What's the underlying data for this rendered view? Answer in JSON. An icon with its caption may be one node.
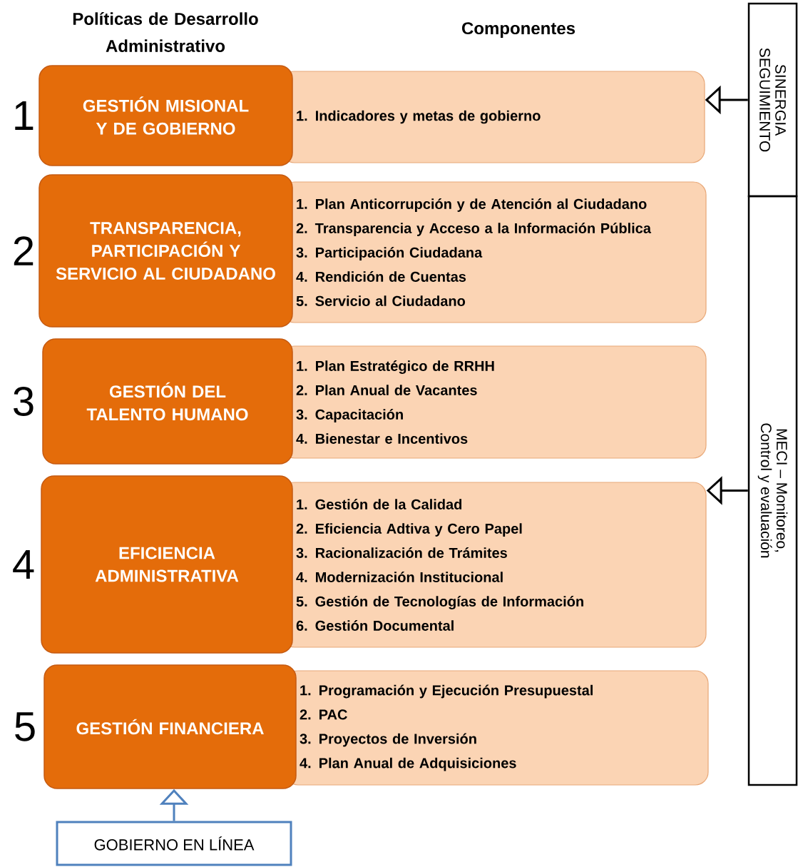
{
  "diagram": {
    "nodes": [
      {
        "text": [
          "GESTIÓN MISIONAL Y DE GOBIERNO"
        ],
        "beside": [
          "1"
        ]
      },
      {
        "text": [
          "TRANSPARENCIA, PARTICIPACIÓN Y SERVICIO AL CIUDADANO"
        ],
        "beside": [
          "2"
        ]
      },
      {
        "text": [
          "GESTIÓN DEL TALENTO HUMANO"
        ],
        "beside": [
          "3"
        ]
      },
      {
        "text": [
          "EFICIENCIA ADMINISTRATIVA"
        ],
        "beside": [
          "4"
        ]
      },
      {
        "text": [
          "GESTIÓN FINANCIERA"
        ],
        "beside": [
          "5"
        ]
      },
      {
        "text": [
          "1. Indicadores y metas de gobierno"
        ]
      },
      {
        "text": [
          "1. Plan Anticorrupción y de Atención al Ciudadano",
          "2. Transparencia y Acceso a la Información Pública",
          "3. Participación Ciudadana",
          "4. Rendición de Cuentas",
          "5. Servicio al Ciudadano"
        ]
      },
      {
        "text": [
          "1. Plan Estratégico de RRHH",
          "2. Plan Anual de Vacantes",
          "3. Capacitación",
          "4. Bienestar e Incentivos"
        ]
      },
      {
        "text": [
          "1. Gestión de la Calidad",
          "2. Eficiencia Adtiva y Cero Papel",
          "3. Racionalización de Trámites",
          "4. Modernización Institucional",
          "5. Gestión de Tecnologías de Información",
          "6. Gestión Documental"
        ]
      },
      {
        "text": [
          "1. Programación y Ejecución Presupuestal",
          "2. PAC",
          "3. Proyectos de Inversión",
          "4. Plan Anual de Adquisiciones"
        ]
      },
      {
        "text": [
          "SINERGIA SEGUIMIENTO"
        ]
      },
      {
        "text": [
          "MECI – Monitoreo, Control y evaluación"
        ]
      },
      {
        "text": [
          "GOBIERNO EN LÍNEA"
        ]
      }
    ],
    "edges": [
      {
        "from": 10,
        "to": 5,
        "arrow": "to"
      },
      {
        "from": 11,
        "to": 8,
        "arrow": "to"
      },
      {
        "from": 12,
        "to": 4,
        "arrow": "to",
        "color": "#4f81bd"
      }
    ],
    "labels": [
      "Políticas de Desarrollo Administrativo",
      "Componentes"
    ]
  }
}
